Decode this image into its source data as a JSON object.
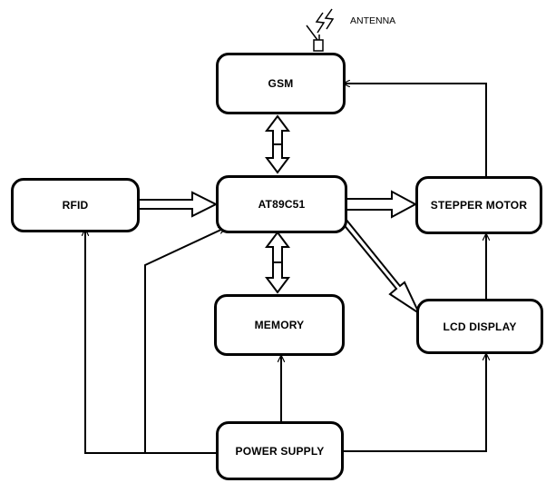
{
  "blocks": {
    "gsm": "GSM",
    "rfid": "RFID",
    "mcu": "AT89C51",
    "stepper": "STEPPER MOTOR",
    "memory": "MEMORY",
    "lcd": "LCD DISPLAY",
    "power": "POWER SUPPLY"
  },
  "antenna_label": "ANTENNA",
  "colors": {
    "line": "#000000",
    "background": "#ffffff"
  }
}
